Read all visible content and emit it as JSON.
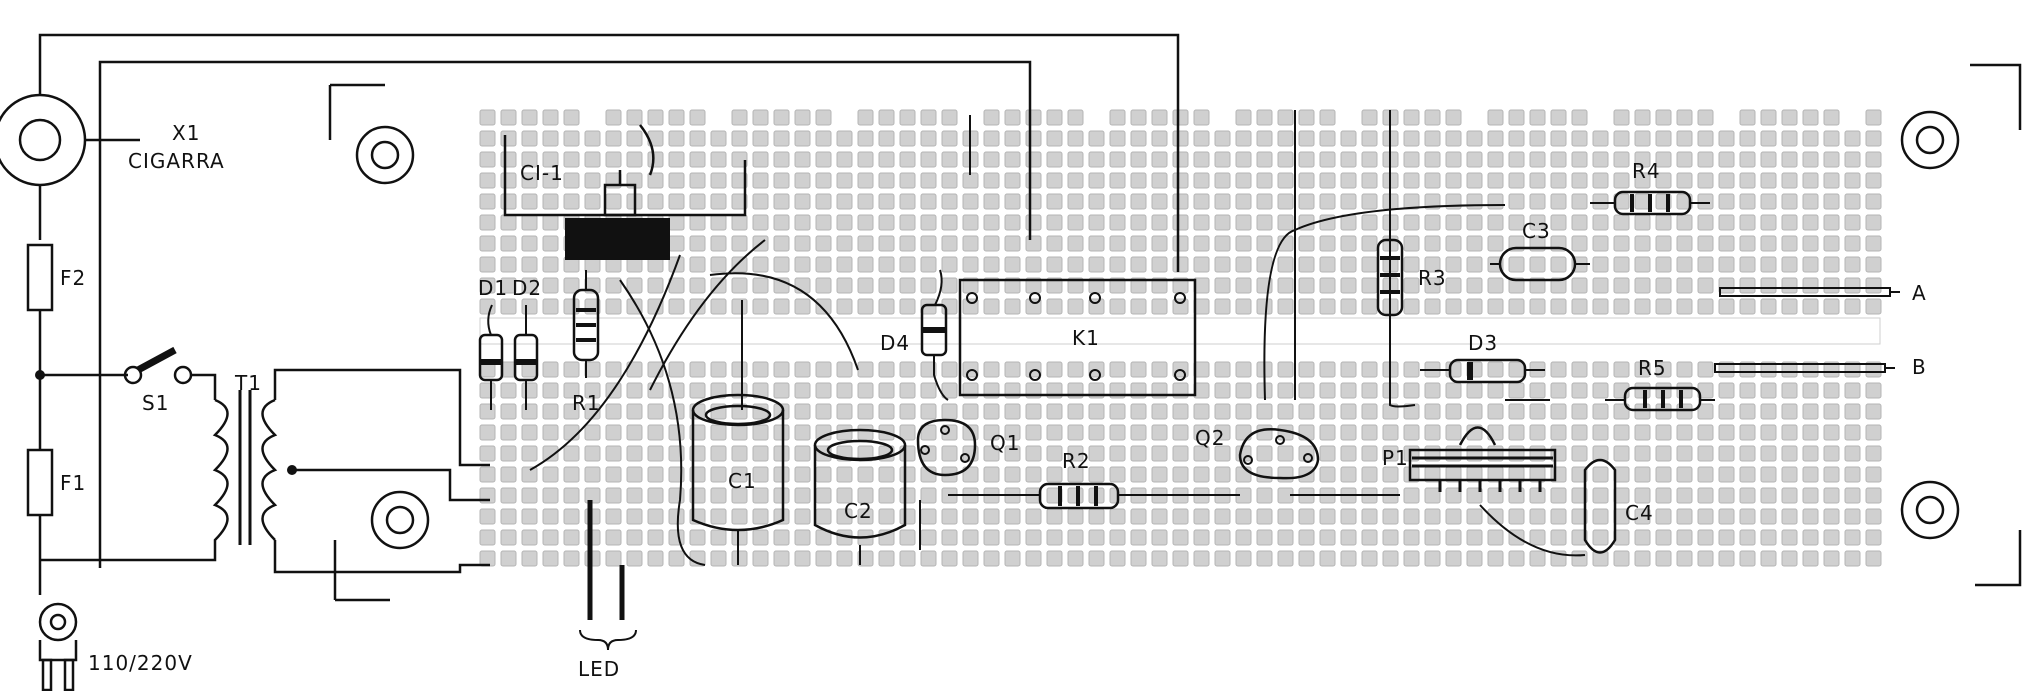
{
  "labels": {
    "x1": "X1",
    "x1_desc": "CIGARRA",
    "f2": "F2",
    "f1": "F1",
    "s1": "S1",
    "t1": "T1",
    "voltage": "110/220V",
    "ci1": "CI-1",
    "d1": "D1",
    "d2": "D2",
    "r1": "R1",
    "led": "LED",
    "c1": "C1",
    "c2": "C2",
    "d4": "D4",
    "k1": "K1",
    "q1": "Q1",
    "r2": "R2",
    "q2": "Q2",
    "r3": "R3",
    "c3": "C3",
    "r4": "R4",
    "d3": "D3",
    "r5": "R5",
    "p1": "P1",
    "c4": "C4",
    "out_a": "A",
    "out_b": "B"
  },
  "colors": {
    "ink": "#111111",
    "pad": "#d0d0d0",
    "board_bg": "#ffffff"
  }
}
